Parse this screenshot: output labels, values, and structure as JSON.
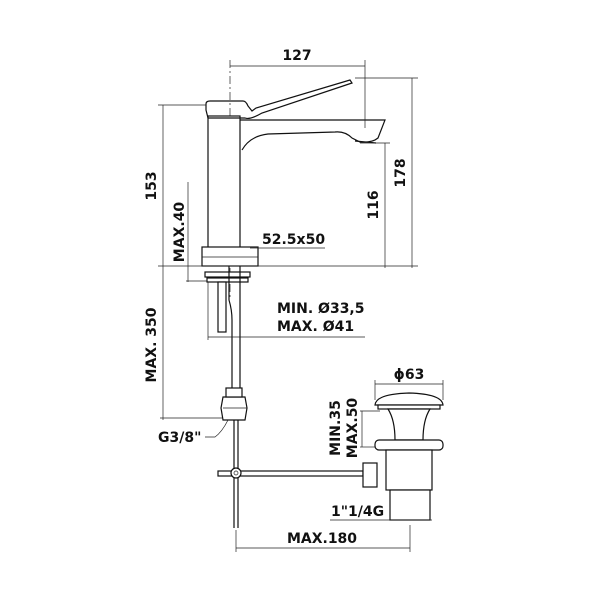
{
  "drawing": {
    "title": "Basin mixer technical drawing",
    "dimensions": {
      "spout_reach": "127",
      "total_height": "178",
      "spout_height": "116",
      "body_height": "153",
      "max_deck": "MAX.40",
      "base_size": "52.5x50",
      "hole_min": "MIN. Ø33,5",
      "hole_max": "MAX. Ø41",
      "hose_length": "MAX. 350",
      "hose_thread": "G3/8\"",
      "waste_diameter": "ϕ63",
      "waste_min": "MIN.35",
      "waste_max": "MAX.50",
      "waste_thread": "1\"1/4G",
      "rod_length": "MAX.180"
    }
  }
}
